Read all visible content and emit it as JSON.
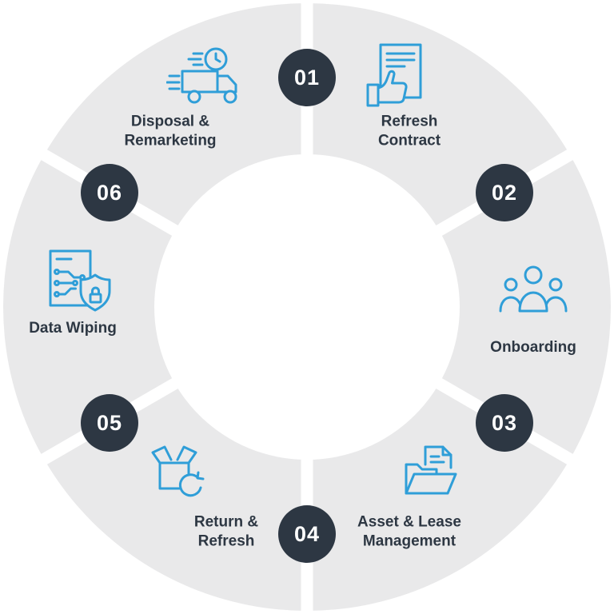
{
  "diagram": {
    "steps": [
      {
        "number": "01",
        "label": "Refresh\nContract",
        "icon": "contract-thumbs-up-icon"
      },
      {
        "number": "02",
        "label": "Onboarding",
        "icon": "onboarding-people-icon"
      },
      {
        "number": "03",
        "label": "Asset & Lease\nManagement",
        "icon": "folder-documents-icon"
      },
      {
        "number": "04",
        "label": "Return &\nRefresh",
        "icon": "return-box-refresh-icon"
      },
      {
        "number": "05",
        "label": "Data Wiping",
        "icon": "data-wiping-shield-icon"
      },
      {
        "number": "06",
        "label": "Disposal &\nRemarketing",
        "icon": "delivery-truck-clock-icon"
      }
    ]
  },
  "colors": {
    "ring": "#e9e9ea",
    "gap": "#ffffff",
    "badge_bg": "#2d3743",
    "badge_text": "#ffffff",
    "label_text": "#2d3743",
    "icon": "#2f9ed8"
  }
}
